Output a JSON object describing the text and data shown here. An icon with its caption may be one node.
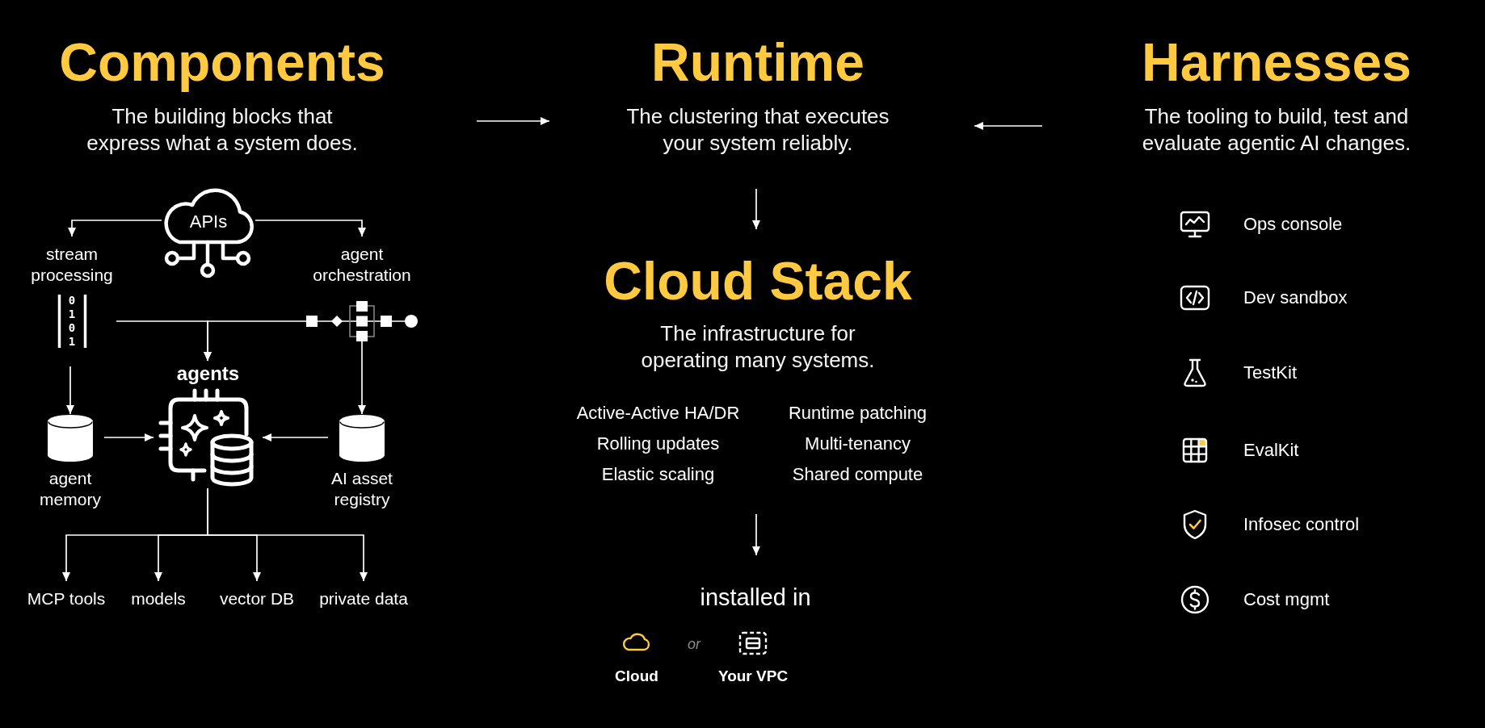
{
  "diagram": {
    "nodes": [
      {
        "text": [
          "Components",
          "The building blocks that express what a system does."
        ]
      },
      {
        "text": [
          "Runtime",
          "The clustering that executes your system reliably."
        ]
      },
      {
        "text": [
          "Harnesses",
          "The tooling to build, test and evaluate agentic AI changes."
        ]
      },
      {
        "text": [
          "APIs"
        ]
      },
      {
        "text": [
          "stream processing",
          "0 1 0 1"
        ]
      },
      {
        "text": [
          "agent orchestration"
        ]
      },
      {
        "text": [
          "agents"
        ]
      },
      {
        "text": [
          "agent memory"
        ]
      },
      {
        "text": [
          "AI asset registry"
        ]
      },
      {
        "text": [
          "MCP tools"
        ]
      },
      {
        "text": [
          "models"
        ]
      },
      {
        "text": [
          "vector DB"
        ]
      },
      {
        "text": [
          "private data"
        ]
      },
      {
        "text": [
          "Cloud Stack",
          "The infrastructure for operating many systems.",
          "Active-Active HA/DR",
          "Runtime patching",
          "Rolling updates",
          "Multi-tenancy",
          "Elastic scaling",
          "Shared compute"
        ]
      },
      {
        "text": [
          "installed in"
        ]
      }
    ],
    "edges": [
      {
        "from": 0,
        "to": 1,
        "arrow": "to"
      },
      {
        "from": 2,
        "to": 1,
        "arrow": "to"
      },
      {
        "from": 1,
        "to": 13,
        "arrow": "to"
      },
      {
        "from": 13,
        "to": 14,
        "arrow": "to"
      },
      {
        "from": 3,
        "to": 4,
        "arrow": "to"
      },
      {
        "from": 3,
        "to": 5,
        "arrow": "to"
      },
      {
        "from": 4,
        "to": 6,
        "arrow": "to"
      },
      {
        "from": 5,
        "to": 6,
        "arrow": "to"
      },
      {
        "from": 4,
        "to": 7,
        "arrow": "to"
      },
      {
        "from": 5,
        "to": 8,
        "arrow": "to"
      },
      {
        "from": 7,
        "to": 6,
        "arrow": "to"
      },
      {
        "from": 8,
        "to": 6,
        "arrow": "to"
      },
      {
        "from": 6,
        "to": 9,
        "arrow": "to"
      },
      {
        "from": 6,
        "to": 10,
        "arrow": "to"
      },
      {
        "from": 6,
        "to": 11,
        "arrow": "to"
      },
      {
        "from": 6,
        "to": 12,
        "arrow": "to"
      }
    ],
    "labels": [
      "Cloud",
      "or",
      "Your VPC",
      "Ops console",
      "Dev sandbox",
      "TestKit",
      "EvalKit",
      "Infosec control",
      "Cost mgmt"
    ]
  }
}
